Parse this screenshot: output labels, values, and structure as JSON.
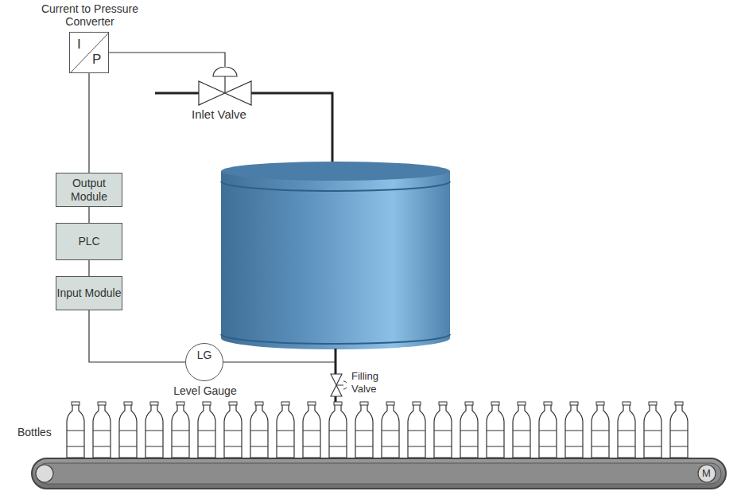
{
  "diagram": {
    "nodes": [
      {
        "text": [
          "Current to Pressure Converter",
          "I",
          "P"
        ]
      },
      {
        "text": [
          "Inlet Valve"
        ]
      },
      {
        "text": [
          "Output Module"
        ]
      },
      {
        "text": [
          "PLC"
        ]
      },
      {
        "text": [
          "Input Module"
        ]
      },
      {
        "text": [
          "LG",
          "Level Gauge"
        ]
      },
      {
        "text": [
          "Filling Valve"
        ]
      }
    ],
    "edges": [
      {
        "from": 0,
        "to": 1,
        "arrow": "none"
      },
      {
        "from": 0,
        "to": 2,
        "arrow": "none"
      },
      {
        "from": 2,
        "to": 3,
        "arrow": "none"
      },
      {
        "from": 3,
        "to": 4,
        "arrow": "none"
      },
      {
        "from": 4,
        "to": 5,
        "arrow": "none"
      }
    ],
    "labels": [
      "Bottles",
      "M"
    ]
  }
}
